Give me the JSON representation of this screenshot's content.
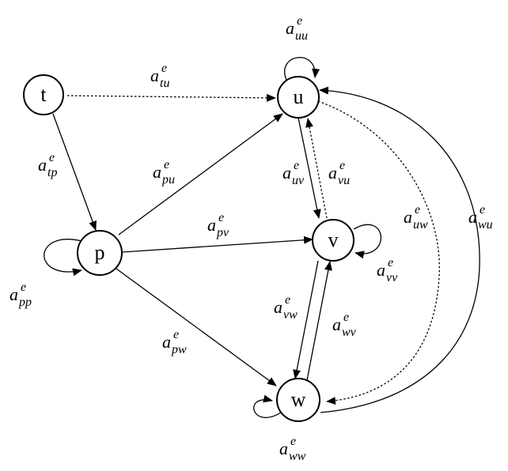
{
  "nodes": {
    "t": "t",
    "p": "p",
    "u": "u",
    "v": "v",
    "w": "w"
  },
  "edge_labels": {
    "tu": {
      "base": "a",
      "sup": "e",
      "sub": "tu"
    },
    "uu": {
      "base": "a",
      "sup": "e",
      "sub": "uu"
    },
    "tp": {
      "base": "a",
      "sup": "e",
      "sub": "tp"
    },
    "pu": {
      "base": "a",
      "sup": "e",
      "sub": "pu"
    },
    "uv": {
      "base": "a",
      "sup": "e",
      "sub": "uv"
    },
    "vu": {
      "base": "a",
      "sup": "e",
      "sub": "vu"
    },
    "uw": {
      "base": "a",
      "sup": "e",
      "sub": "uw"
    },
    "wu": {
      "base": "a",
      "sup": "e",
      "sub": "wu"
    },
    "pv": {
      "base": "a",
      "sup": "e",
      "sub": "pv"
    },
    "pp": {
      "base": "a",
      "sup": "e",
      "sub": "pp"
    },
    "vv": {
      "base": "a",
      "sup": "e",
      "sub": "vv"
    },
    "vw": {
      "base": "a",
      "sup": "e",
      "sub": "vw"
    },
    "wv": {
      "base": "a",
      "sup": "e",
      "sub": "wv"
    },
    "pw": {
      "base": "a",
      "sup": "e",
      "sub": "pw"
    },
    "ww": {
      "base": "a",
      "sup": "e",
      "sub": "ww"
    }
  }
}
